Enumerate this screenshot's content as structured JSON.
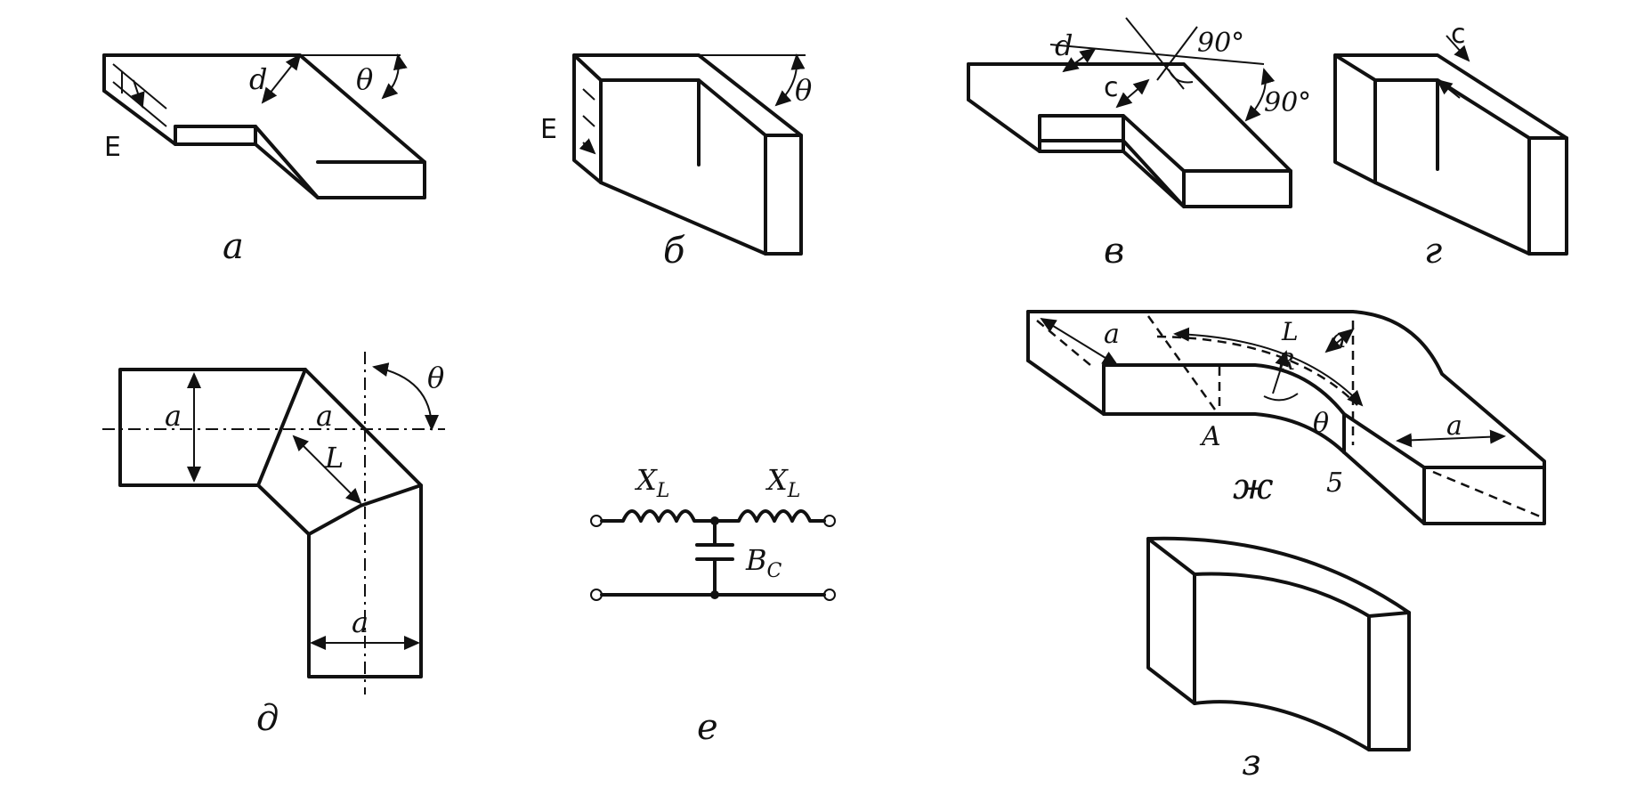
{
  "captions": {
    "a": "а",
    "b": "б",
    "v": "в",
    "g": "г",
    "d": "д",
    "e": "е",
    "zh": "ж",
    "z": "з"
  },
  "labels": {
    "theta": "θ",
    "E": "E",
    "d": "d",
    "c": "c",
    "deg90": "90°",
    "a_small": "a",
    "L": "L",
    "R": "R",
    "A": "A",
    "five": "5",
    "XL": "X",
    "XL_sub": "L",
    "Bc": "B",
    "Bc_sub": "C"
  }
}
